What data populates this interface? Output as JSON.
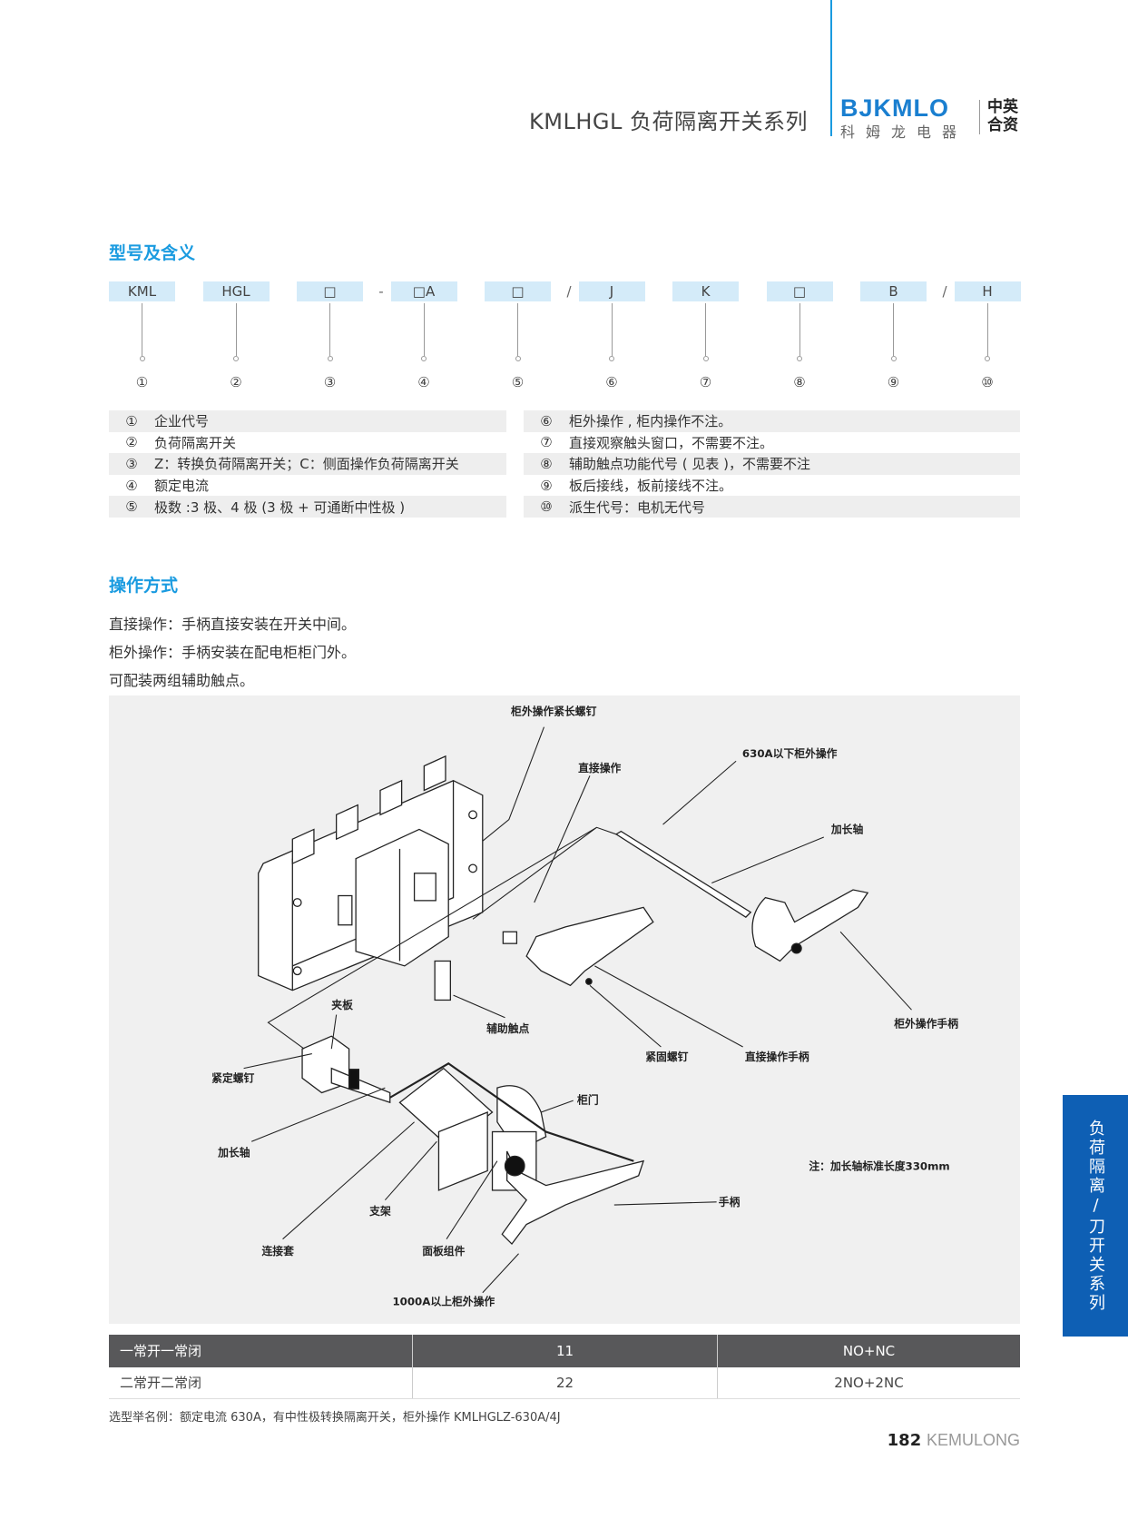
{
  "header": {
    "title": "KMLHGL 负荷隔离开关系列",
    "logo_en": "BJKMLO",
    "logo_cn": "科姆龙电器",
    "logo_tag": "中英合资"
  },
  "model": {
    "heading": "型号及含义",
    "codes": [
      "KML",
      "HGL",
      "□",
      "□A",
      "□",
      "J",
      "K",
      "□",
      "B",
      "H"
    ],
    "separators": [
      "-",
      "/",
      "/"
    ],
    "numbers": [
      "①",
      "②",
      "③",
      "④",
      "⑤",
      "⑥",
      "⑦",
      "⑧",
      "⑨",
      "⑩"
    ],
    "meanings_left": [
      [
        "①",
        "企业代号"
      ],
      [
        "②",
        "负荷隔离开关"
      ],
      [
        "③",
        "Z：转换负荷隔离开关；C：侧面操作负荷隔离开关"
      ],
      [
        "④",
        "额定电流"
      ],
      [
        "⑤",
        "极数 :3 极、4 极 (3 极 + 可通断中性极 )"
      ]
    ],
    "meanings_right": [
      [
        "⑥",
        "柜外操作 , 柜内操作不注。"
      ],
      [
        "⑦",
        "直接观察触头窗口，不需要不注。"
      ],
      [
        "⑧",
        "辅助触点功能代号 ( 见表 )，不需要不注"
      ],
      [
        "⑨",
        "板后接线，板前接线不注。"
      ],
      [
        "⑩",
        "派生代号：电机无代号"
      ]
    ]
  },
  "operation": {
    "heading": "操作方式",
    "lines": [
      "直接操作：手柄直接安装在开关中间。",
      "柜外操作：手柄安装在配电柜柜门外。",
      "可配装两组辅助触点。"
    ]
  },
  "diagram": {
    "labels": {
      "long_screw": "柜外操作紧长螺钉",
      "direct": "直接操作",
      "below630": "630A以下柜外操作",
      "ext_shaft": "加长轴",
      "clamp": "夹板",
      "aux": "辅助触点",
      "ext_handle": "柜外操作手柄",
      "fix_screw": "紧固螺钉",
      "direct_handle": "直接操作手柄",
      "set_screw": "紧定螺钉",
      "door": "柜门",
      "ext_shaft2": "加长轴",
      "note": "注：加长轴标准长度330mm",
      "handle": "手柄",
      "bracket": "支架",
      "coupling": "连接套",
      "panel": "面板组件",
      "above1000": "1000A以上柜外操作"
    }
  },
  "aux_table": [
    [
      "一常开一常闭",
      "11",
      "NO+NC"
    ],
    [
      "二常开二常闭",
      "22",
      "2NO+2NC"
    ]
  ],
  "footnote": "选型举名例：额定电流 630A，有中性极转换隔离开关，柜外操作 KMLHGLZ-630A/4J",
  "page": {
    "number": "182",
    "brand": "KEMULONG"
  },
  "side_tab": "负荷隔离/刀开关系列",
  "colors": {
    "accent": "#1a9be0",
    "code_bg": "#d4ebf9",
    "table_header": "#58585a",
    "side_tab": "#0e5fb4"
  }
}
